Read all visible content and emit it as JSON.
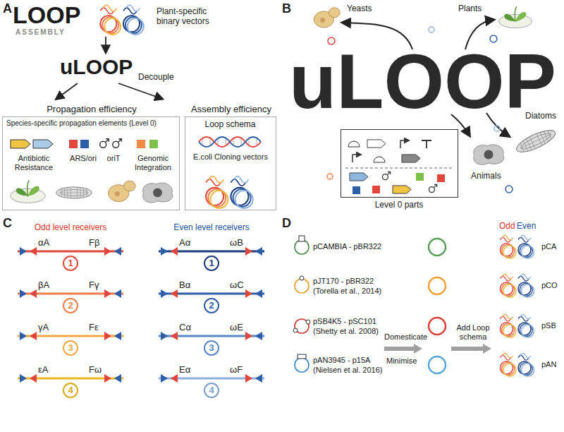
{
  "diagram": {
    "nodes": [
      {
        "text": [
          "Propagation efficiency",
          "Species-specific propagation elements (Level 0)",
          "Antibiotic Resistance",
          "ARS/ori",
          "oriT",
          "Genomic Integration"
        ]
      },
      {
        "text": [
          "Assembly efficiency",
          "Loop schema",
          "E.coli Cloning vectors"
        ]
      },
      {
        "text": [
          "Level 0 parts"
        ]
      },
      {
        "text": [
          "1"
        ]
      },
      {
        "text": [
          "1"
        ]
      },
      {
        "text": [
          "2"
        ]
      },
      {
        "text": [
          "2"
        ]
      },
      {
        "text": [
          "3"
        ]
      },
      {
        "text": [
          "3"
        ]
      },
      {
        "text": [
          "4"
        ]
      },
      {
        "text": [
          "4"
        ]
      }
    ],
    "labels": [
      "A",
      "LOOP",
      "ASSEMBLY",
      "Plant-specific binary vectors",
      "uLOOP",
      "Decouple",
      "B",
      "uLOOP",
      "Yeasts",
      "Plants",
      "Diatoms",
      "Animals",
      "C",
      "Odd level receivers",
      "Even level receivers",
      "αA",
      "Fβ",
      "Aα",
      "ωB",
      "βA",
      "Fγ",
      "Bα",
      "ωC",
      "γA",
      "Fε",
      "Cα",
      "ωE",
      "εA",
      "Fω",
      "Eα",
      "ωF",
      "D",
      "pCAMBIA - pBR322",
      "pJT170 - pBR322",
      "(Torella et al., 2014)",
      "pSB4K5 - pSC101",
      "(Shetty et al. 2008)",
      "pAN3945 - p15A",
      "(Nielsen et al. 2016)",
      "Domesticate",
      "Minimise",
      "Add Loop schema",
      "Odd",
      "Even",
      "pCA",
      "pCO",
      "pSB",
      "pAN"
    ]
  }
}
